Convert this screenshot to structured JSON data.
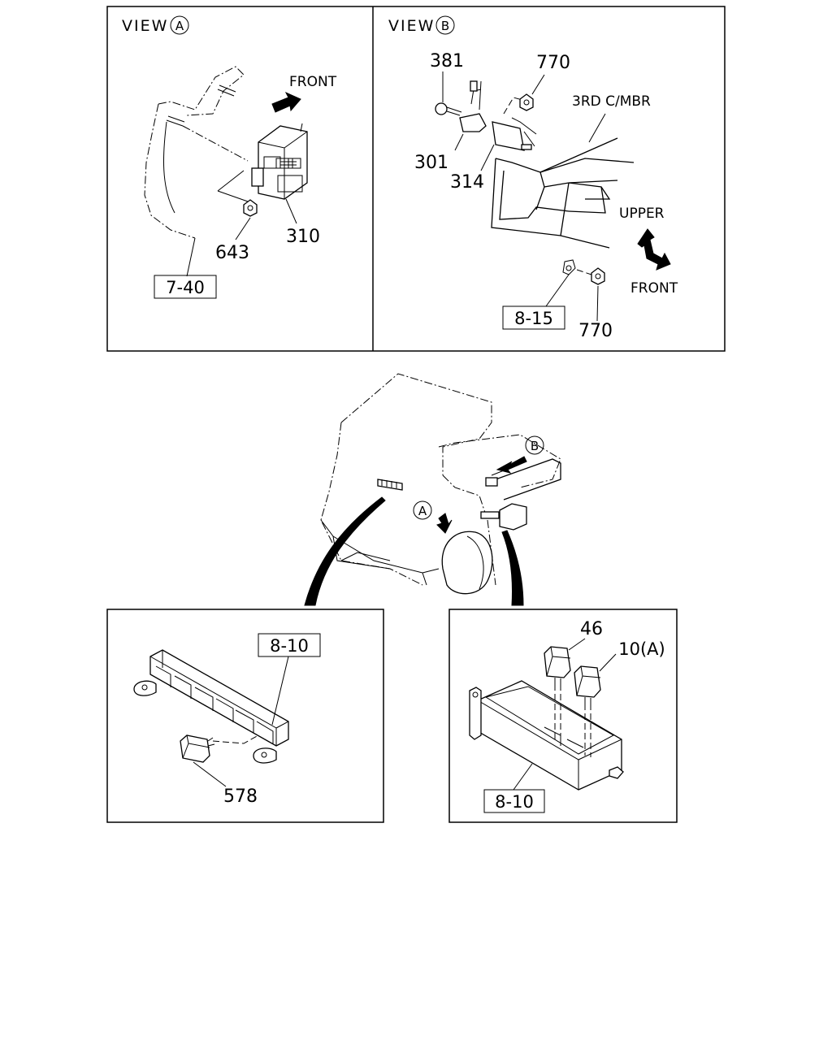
{
  "view_a": {
    "title_prefix": "VIEW",
    "title_mark": "A",
    "direction": "FRONT",
    "parts": {
      "relay_box": "310",
      "nut": "643"
    },
    "ref": "7-40"
  },
  "view_b": {
    "title_prefix": "VIEW",
    "title_mark": "B",
    "member_label": "3RD C/MBR",
    "direction_up": "UPPER",
    "direction_front": "FRONT",
    "parts": {
      "bolt": "381",
      "nut_top": "770",
      "switch": "301",
      "bracket": "314",
      "nut_bottom": "770"
    },
    "ref": "8-15"
  },
  "overview": {
    "marker_a": "A",
    "marker_b": "B"
  },
  "detail_left": {
    "ref": "8-10",
    "relay": "578"
  },
  "detail_right": {
    "ref": "8-10",
    "relay_1": "46",
    "relay_2": "10(A)"
  }
}
